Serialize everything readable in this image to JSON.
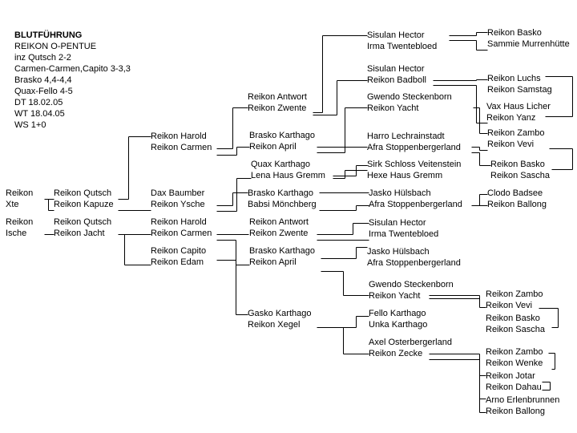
{
  "header": {
    "title": "BLUTFÜHRUNG",
    "lines": [
      "REIKON O-PENTUE",
      "inz Qutsch 2-2",
      "Carmen-Carmen,Capito 3-3,3",
      "Brasko 4,4-4,4",
      "Quax-Fello 4-5",
      "DT 18.02.05",
      "WT 18.04.05",
      "WS 1+0"
    ]
  },
  "pedigree": {
    "subjects": [
      {
        "l1": "Reikon",
        "l2": "Xte"
      },
      {
        "l1": "Reikon",
        "l2": "Ische"
      }
    ],
    "pairs": [
      {
        "id": "g1a",
        "l1": "Reikon Qutsch",
        "l2": "Reikon Kapuze"
      },
      {
        "id": "g1b",
        "l1": "Reikon Qutsch",
        "l2": "Reikon Jacht"
      },
      {
        "id": "g2a",
        "l1": "Reikon Harold",
        "l2": "Reikon Carmen"
      },
      {
        "id": "g2b",
        "l1": "Dax Baumber",
        "l2": "Reikon Ysche"
      },
      {
        "id": "g2c",
        "l1": "Reikon Harold",
        "l2": "Reikon Carmen"
      },
      {
        "id": "g2d",
        "l1": "Reikon Capito",
        "l2": "Reikon Edam"
      },
      {
        "id": "g3a",
        "l1": "Reikon Antwort",
        "l2": "Reikon Zwente"
      },
      {
        "id": "g3b",
        "l1": "Brasko Karthago",
        "l2": "Reikon April"
      },
      {
        "id": "g3c",
        "l1": "Quax Karthago",
        "l2": "Lena Haus Gremm"
      },
      {
        "id": "g3d",
        "l1": "Brasko Karthago",
        "l2": "Babsi Mönchberg"
      },
      {
        "id": "g3e",
        "l1": "Reikon Antwort",
        "l2": "Reikon Zwente"
      },
      {
        "id": "g3f",
        "l1": "Brasko Karthago",
        "l2": "Reikon April"
      },
      {
        "id": "g3g",
        "l1": "Gasko Karthago",
        "l2": "Reikon Xegel"
      },
      {
        "id": "g4a",
        "l1": "Sisulan Hector",
        "l2": "Irma Twentebloed"
      },
      {
        "id": "g4b",
        "l1": "Sisulan Hector",
        "l2": "Reikon Badboll"
      },
      {
        "id": "g4c",
        "l1": "Gwendo Steckenborn",
        "l2": "Reikon Yacht"
      },
      {
        "id": "g4d",
        "l1": "Harro Lechrainstadt",
        "l2": "Afra Stoppenbergerland"
      },
      {
        "id": "g4e",
        "l1": "Sirk Schloss Veitenstein",
        "l2": "Hexe Haus Gremm"
      },
      {
        "id": "g4f",
        "l1": "Jasko Hülsbach",
        "l2": "Afra Stoppenbergerland"
      },
      {
        "id": "g4g",
        "l1": "Sisulan Hector",
        "l2": "Irma Twentebloed"
      },
      {
        "id": "g4h",
        "l1": "Jasko Hülsbach",
        "l2": "Afra Stoppenbergerland"
      },
      {
        "id": "g4i",
        "l1": "Gwendo Steckenborn",
        "l2": "Reikon Yacht"
      },
      {
        "id": "g4j",
        "l1": "Fello Karthago",
        "l2": "Unka Karthago"
      },
      {
        "id": "g4k",
        "l1": "Axel Osterbergerland",
        "l2": "Reikon Zecke"
      },
      {
        "id": "g5a",
        "l1": "Reikon Basko",
        "l2": "Sammie Murrenhütte"
      },
      {
        "id": "g5b",
        "l1": "Reikon Luchs",
        "l2": "Reikon Samstag"
      },
      {
        "id": "g5c",
        "l1": "Vax Haus Licher",
        "l2": "Reikon Yanz"
      },
      {
        "id": "g5d",
        "l1": "Reikon Zambo",
        "l2": "Reikon Vevi"
      },
      {
        "id": "g5e",
        "l1": "Reikon Basko",
        "l2": "Reikon Sascha"
      },
      {
        "id": "g5f",
        "l1": "Clodo Badsee",
        "l2": "Reikon Ballong"
      },
      {
        "id": "g5g",
        "l1": "Reikon Zambo",
        "l2": "Reikon Vevi"
      },
      {
        "id": "g5h",
        "l1": "Reikon Basko",
        "l2": "Reikon Sascha"
      },
      {
        "id": "g5i",
        "l1": "Reikon Zambo",
        "l2": "Reikon Wenke"
      },
      {
        "id": "g5j",
        "l1": "Reikon Jotar",
        "l2": "Reikon Dahau"
      },
      {
        "id": "g5k",
        "l1": "Arno Erlenbrunnen",
        "l2": "Reikon Ballong"
      }
    ]
  }
}
